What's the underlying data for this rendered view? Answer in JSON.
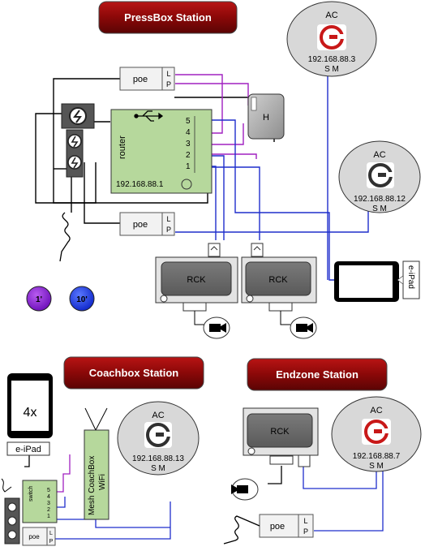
{
  "colors": {
    "banner": "#8b0a0a",
    "router": "#b6d89c",
    "ac_disc": "#d8d8d8",
    "wire_black": "#000000",
    "wire_blue": "#1f2ecc",
    "wire_purple": "#a020c0",
    "marker_1": "#8a16d6",
    "marker_10": "#1c3cf0",
    "rck_screen": "#6a6a6a",
    "rck_frame": "#e3e3e3",
    "logo_red": "#c81818",
    "logo_dark": "#303030"
  },
  "pressbox": {
    "title": "PressBox Station",
    "ac": {
      "label": "AC",
      "ip": "192.168.88.3",
      "ports": "S M"
    },
    "ac2": {
      "label": "AC",
      "ip": "192.168.88.12",
      "ports": "S M"
    },
    "poe_top": {
      "label": "poe",
      "l": "L",
      "p": "P"
    },
    "poe_bottom": {
      "label": "poe",
      "l": "L",
      "p": "P"
    },
    "router": {
      "label": "router",
      "ip": "192.168.88.1",
      "ports": [
        "5",
        "4",
        "3",
        "2",
        "1"
      ]
    },
    "hub": {
      "label": "H"
    },
    "rck_left": {
      "label": "RCK"
    },
    "rck_right": {
      "label": "RCK"
    },
    "ipad": {
      "label": "e-iPad"
    }
  },
  "markers": {
    "m1": "1'",
    "m10": "10'"
  },
  "coachbox": {
    "title": "Coachbox Station",
    "tablet": {
      "count": "4x",
      "label": "e-iPad"
    },
    "mesh": {
      "line1": "Mesh CoachBox",
      "line2": "WiFi"
    },
    "ac": {
      "label": "AC",
      "ip": "192.168.88.13",
      "ports": "S M"
    },
    "switch": {
      "label": "switch",
      "ports": [
        "5",
        "4",
        "3",
        "2",
        "1"
      ]
    },
    "poe": {
      "label": "poe",
      "l": "L",
      "p": "P"
    }
  },
  "endzone": {
    "title": "Endzone Station",
    "rck": {
      "label": "RCK"
    },
    "ac": {
      "label": "AC",
      "ip": "192.168.88.7",
      "ports": "S M"
    },
    "poe": {
      "label": "poe",
      "l": "L",
      "p": "P"
    }
  }
}
